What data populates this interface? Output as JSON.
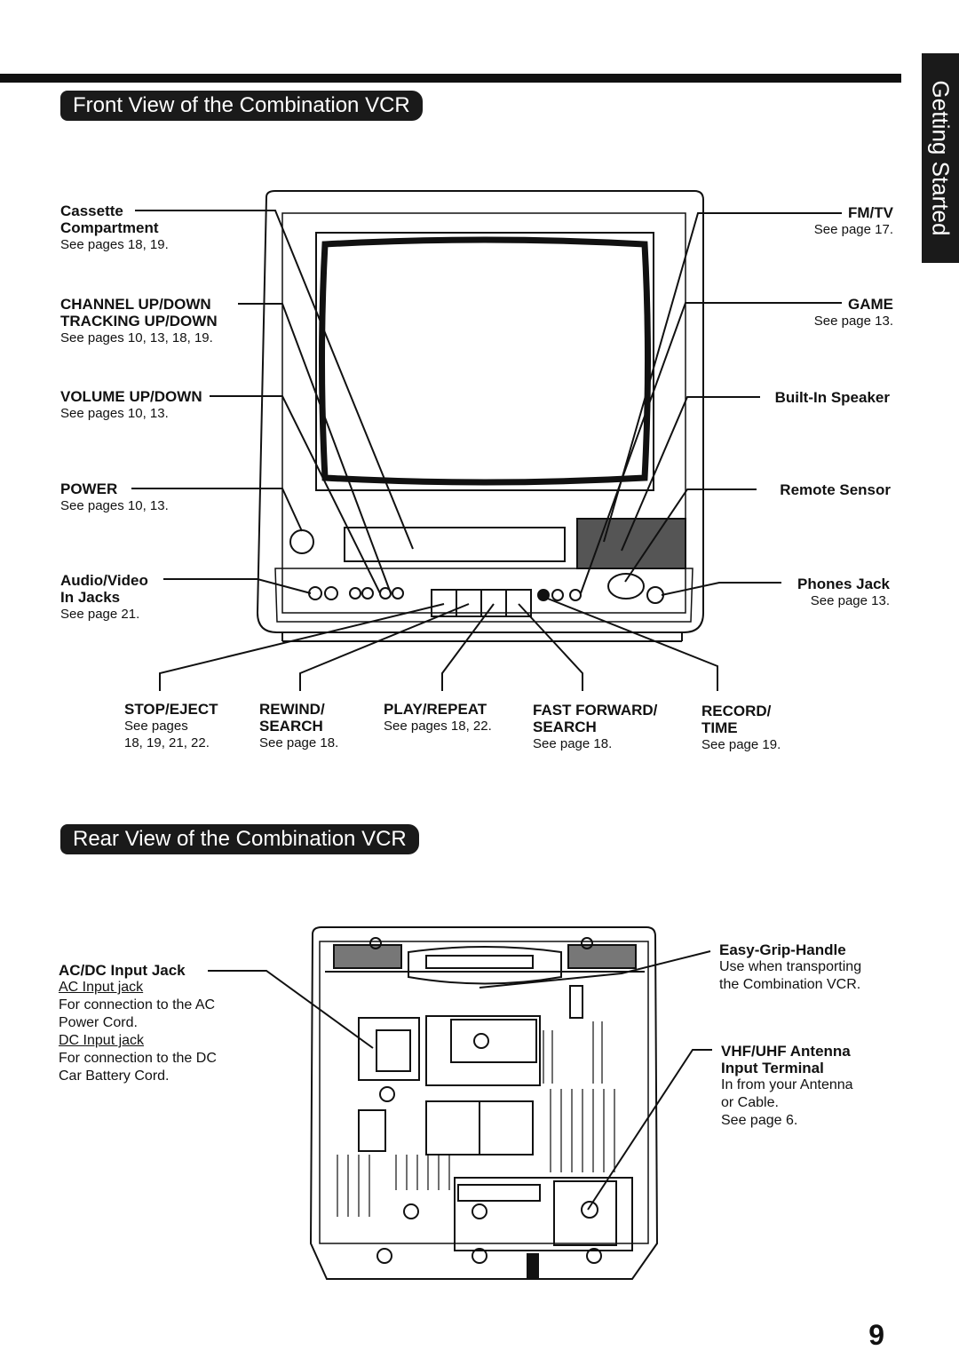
{
  "side_tab": "Getting Started",
  "front": {
    "title": "Front View of the Combination VCR",
    "left_labels": [
      {
        "name": "Cassette\nCompartment",
        "ref": "See pages 18, 19."
      },
      {
        "name": "CHANNEL UP/DOWN\nTRACKING UP/DOWN",
        "ref": "See pages 10, 13, 18, 19."
      },
      {
        "name": "VOLUME UP/DOWN",
        "ref": "See pages 10, 13."
      },
      {
        "name": "POWER",
        "ref": "See pages 10, 13."
      },
      {
        "name": "Audio/Video\nIn Jacks",
        "ref": "See page 21."
      }
    ],
    "right_labels": [
      {
        "name": "FM/TV",
        "ref": "See page 17."
      },
      {
        "name": "GAME",
        "ref": "See page 13."
      },
      {
        "name": "Built-In Speaker",
        "ref": ""
      },
      {
        "name": "Remote Sensor",
        "ref": ""
      },
      {
        "name": "Phones Jack",
        "ref": "See page 13."
      }
    ],
    "bottom_labels": [
      {
        "name": "STOP/EJECT",
        "ref": "See pages\n18, 19, 21, 22."
      },
      {
        "name": "REWIND/\nSEARCH",
        "ref": "See page 18."
      },
      {
        "name": "PLAY/REPEAT",
        "ref": "See pages 18, 22."
      },
      {
        "name": "FAST FORWARD/\nSEARCH",
        "ref": "See page 18."
      },
      {
        "name": "RECORD/\nTIME",
        "ref": "See page 19."
      }
    ]
  },
  "rear": {
    "title": "Rear View of the Combination VCR",
    "acdc": {
      "name": "AC/DC Input Jack",
      "ac_heading": "AC Input jack",
      "ac_text": "For connection to the AC\nPower Cord.",
      "dc_heading": "DC Input jack",
      "dc_text": "For connection to the DC\nCar Battery Cord."
    },
    "handle": {
      "name": "Easy-Grip-Handle",
      "text": "Use when transporting\nthe Combination VCR."
    },
    "antenna": {
      "name": "VHF/UHF Antenna\nInput Terminal",
      "text": "In from your Antenna\nor Cable.\nSee page 6."
    }
  },
  "page_number": "9"
}
